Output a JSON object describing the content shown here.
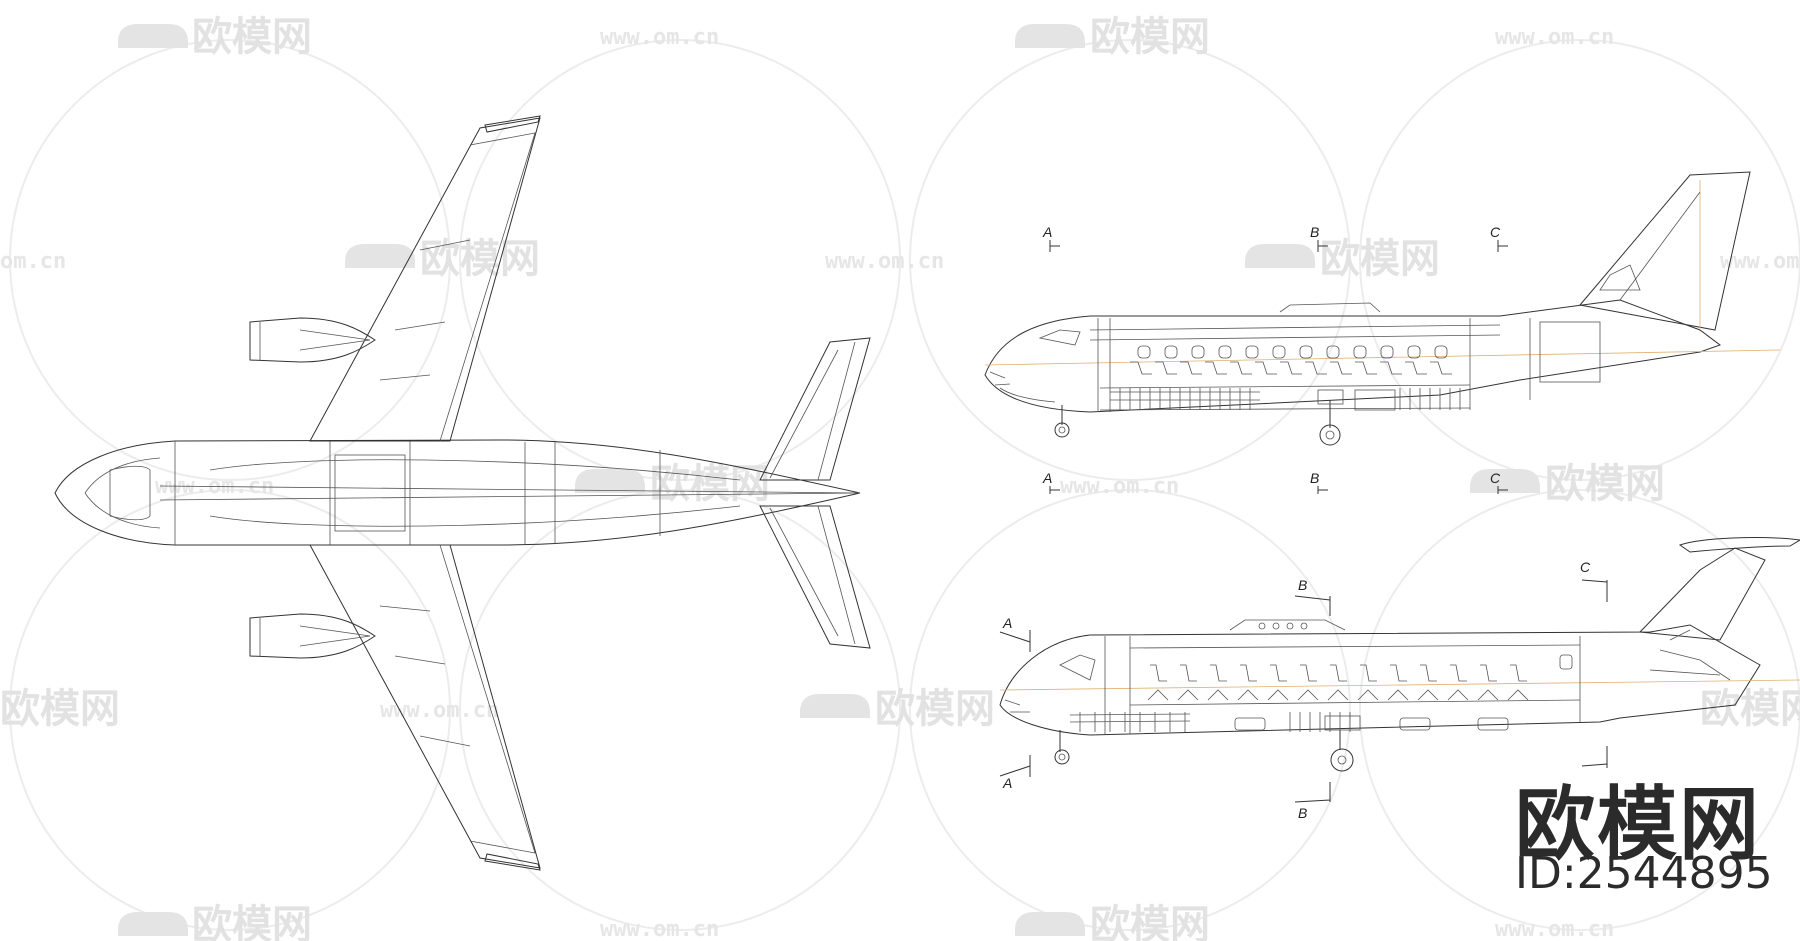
{
  "watermark": {
    "logo_text": "欧模网",
    "url_text": "www.om.cn",
    "url_partial": "om.cn"
  },
  "drawing": {
    "section_labels": {
      "a": "A",
      "b": "B",
      "c": "C"
    },
    "id_logo": "欧模网",
    "id_number": "ID:2544895"
  }
}
